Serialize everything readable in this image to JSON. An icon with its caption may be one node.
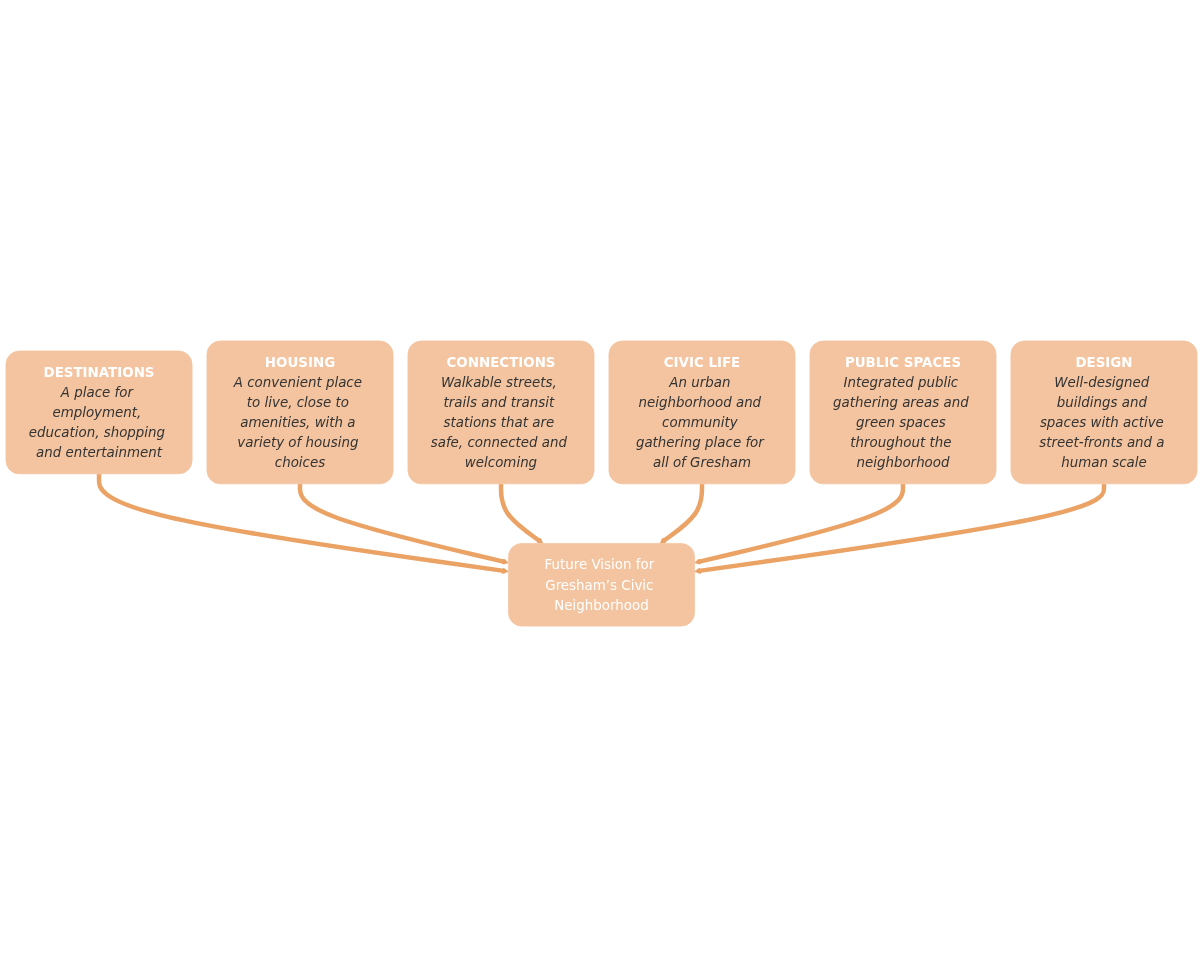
{
  "diagram": {
    "nodes": [
      {
        "text": [
          "DESTINATIONS",
          "A place for employment, education, shopping and entertainment"
        ]
      },
      {
        "text": [
          "HOUSING",
          "A convenient place to live, close to amenities, with a variety of housing choices"
        ]
      },
      {
        "text": [
          "CONNECTIONS",
          "Walkable streets, trails and transit stations that are safe, connected and welcoming"
        ]
      },
      {
        "text": [
          "Future Vision for Gresham’s Civic Neighborhood"
        ]
      },
      {
        "text": [
          "CIVIC LIFE",
          "An urban neighborhood and community gathering place for all of Gresham"
        ]
      },
      {
        "text": [
          "PUBLIC SPACES",
          "Integrated public gathering areas and green spaces throughout the neighborhood"
        ]
      },
      {
        "text": [
          "DESIGN",
          "Well-designed buildings and spaces with active street-fronts and a human scale"
        ]
      }
    ],
    "edges": [
      {
        "from": 0,
        "to": 3,
        "arrow": "to"
      },
      {
        "from": 1,
        "to": 3,
        "arrow": "to"
      },
      {
        "from": 2,
        "to": 3,
        "arrow": "to"
      },
      {
        "from": 4,
        "to": 3,
        "arrow": "to"
      },
      {
        "from": 5,
        "to": 3,
        "arrow": "to"
      },
      {
        "from": 6,
        "to": 3,
        "arrow": "to"
      }
    ]
  }
}
